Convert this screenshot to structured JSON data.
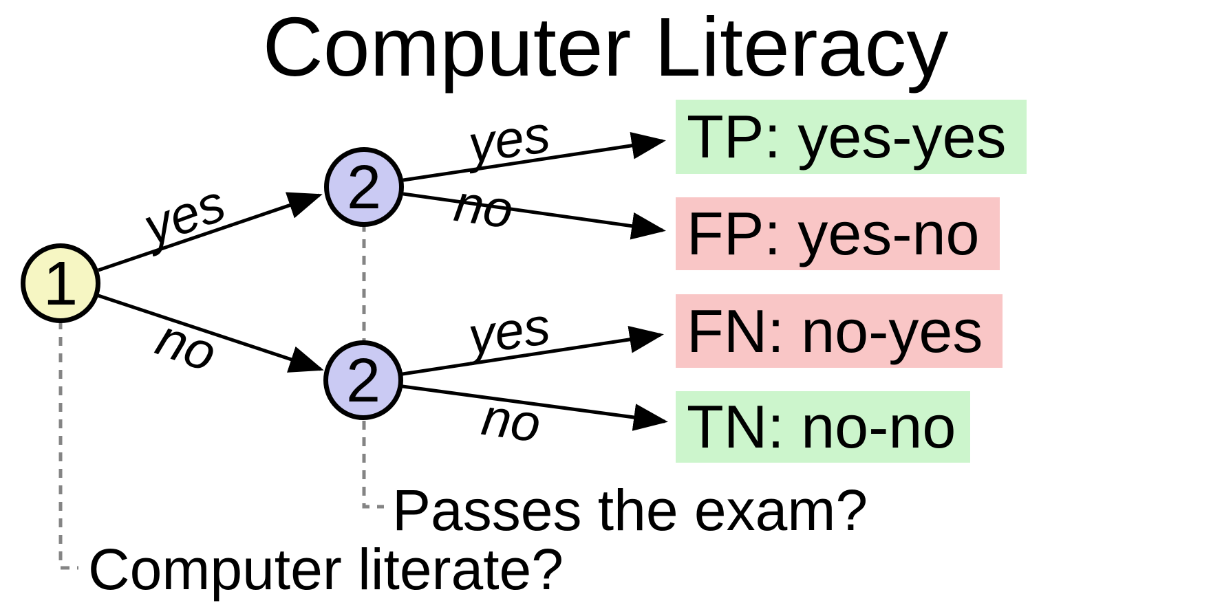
{
  "title": "Computer Literacy",
  "tree": {
    "root": {
      "label": "1"
    },
    "exam_upper": {
      "label": "2"
    },
    "exam_lower": {
      "label": "2"
    }
  },
  "edges": {
    "root_yes": "yes",
    "root_no": "no",
    "upper_yes": "yes",
    "upper_no": "no",
    "lower_yes": "yes",
    "lower_no": "no"
  },
  "outcomes": {
    "tp": {
      "label": "TP: yes-yes",
      "tone": "positive"
    },
    "fp": {
      "label": "FP: yes-no",
      "tone": "negative"
    },
    "fn": {
      "label": "FN: no-yes",
      "tone": "negative"
    },
    "tn": {
      "label": "TN: no-no",
      "tone": "positive"
    }
  },
  "questions": {
    "level1": "Computer literate?",
    "level2": "Passes the exam?"
  },
  "colors": {
    "root_node_fill": "#F6F6C3",
    "exam_node_fill": "#CACAF3",
    "positive_bg": "#CCF5CC",
    "negative_bg": "#F9C6C6",
    "edge_color": "#000000",
    "guide_line_color": "#848484"
  }
}
